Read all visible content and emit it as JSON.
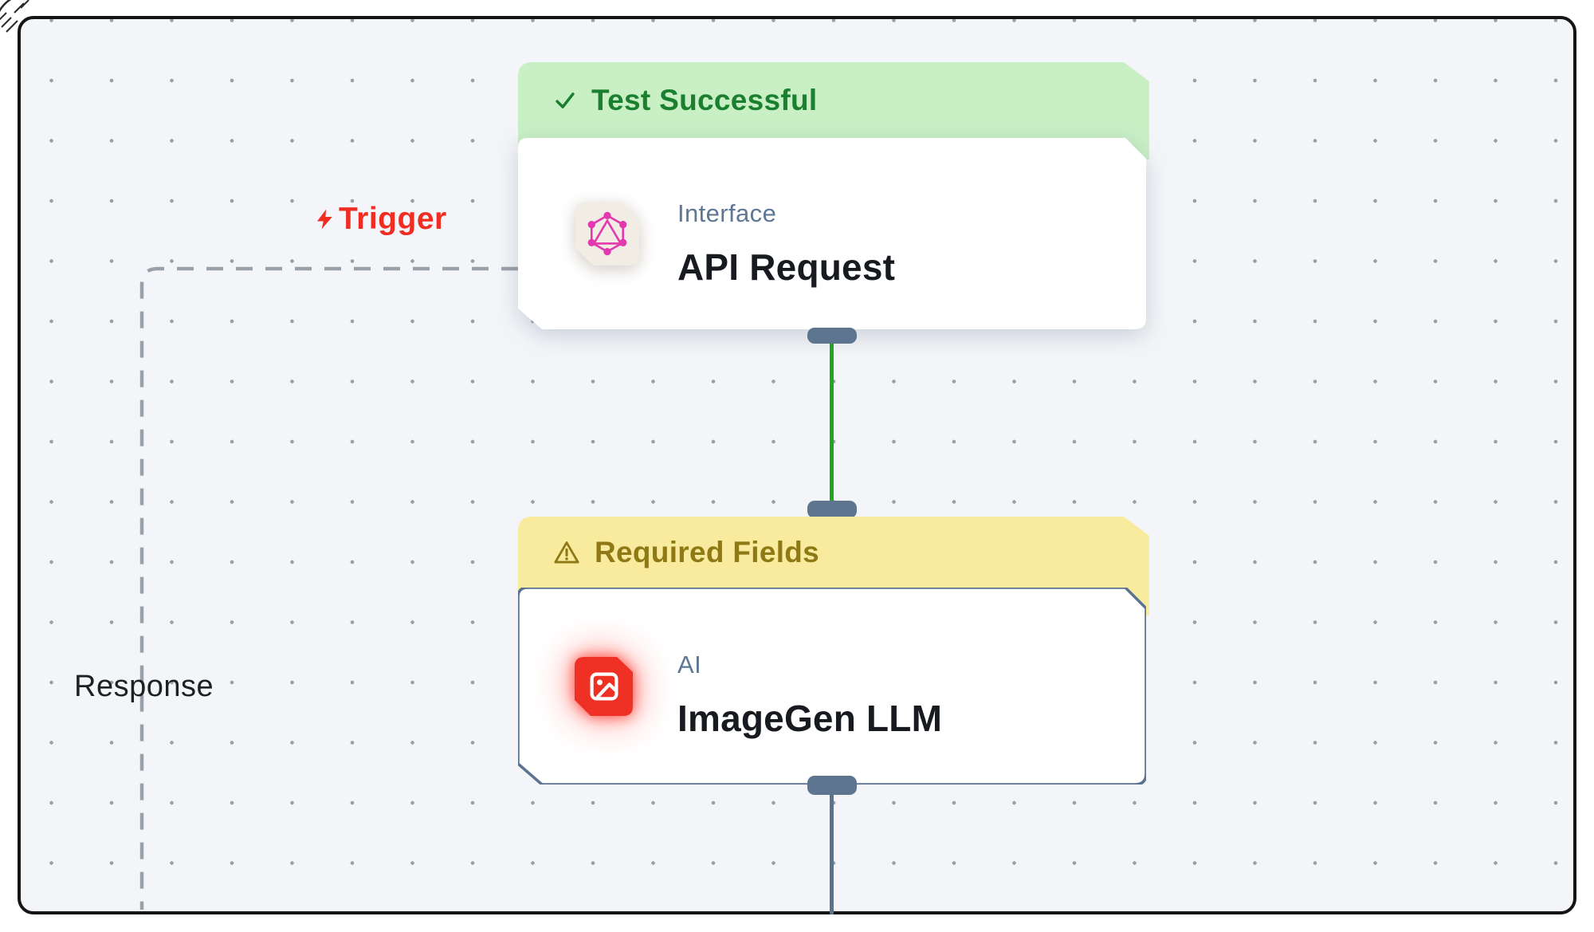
{
  "canvas": {
    "background": "#f4f5f8",
    "dot_color": "#9aa0a6",
    "frame_border_color": "#151515"
  },
  "edge_labels": {
    "trigger": "Trigger",
    "response": "Response"
  },
  "edges": {
    "trigger_dash_color": "#9aa0a8",
    "success_edge_color": "#1ea81e",
    "pending_edge_color": "#5b7390",
    "handle_color": "#5e7590"
  },
  "nodes": {
    "api_request": {
      "status_banner": "Test Successful",
      "status_icon": "check-icon",
      "banner_bg": "#c9efc5",
      "banner_text_color": "#1a7f2e",
      "category": "Interface",
      "title": "API Request",
      "icon": "graphql-icon",
      "icon_color": "#e339ae",
      "icon_bg": "#f2ede4"
    },
    "imagegen_llm": {
      "status_banner": "Required Fields",
      "status_icon": "warning-icon",
      "banner_bg": "#f9eb9e",
      "banner_text_color": "#8f7914",
      "category": "AI",
      "title": "ImageGen LLM",
      "icon": "image-icon",
      "icon_bg": "#ee3124",
      "border_color": "#5b7390"
    },
    "trigger_red": "#f02d23"
  }
}
